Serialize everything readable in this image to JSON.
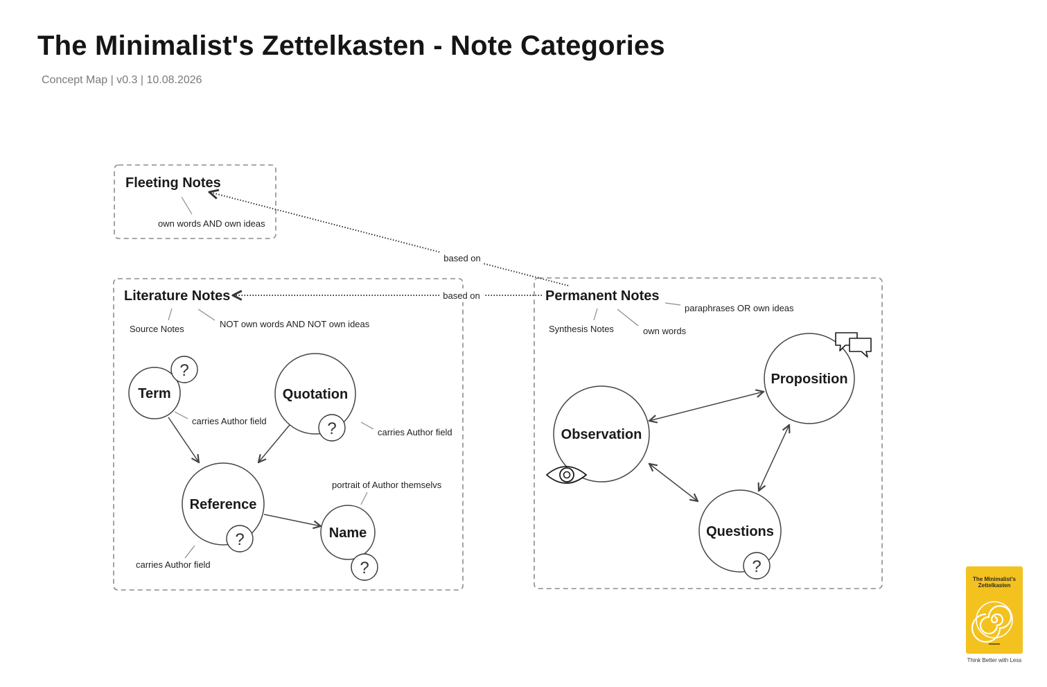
{
  "header": {
    "title": "The Minimalist's Zettelkasten - Note Categories",
    "subtitle": "Concept Map | v0.3 | 10.08.2026"
  },
  "groups": {
    "fleeting": {
      "title": "Fleeting Notes",
      "notes": [
        "own words AND own ideas"
      ]
    },
    "literature": {
      "title": "Literature Notes",
      "notes": [
        "Source Notes",
        "NOT own words AND NOT own ideas"
      ]
    },
    "permanent": {
      "title": "Permanent Notes",
      "notes": [
        "paraphrases OR own ideas",
        "Synthesis Notes",
        "own words"
      ]
    }
  },
  "nodes": {
    "term": {
      "label": "Term",
      "icon": "question-icon",
      "note": "carries Author field"
    },
    "quotation": {
      "label": "Quotation",
      "icon": "question-icon",
      "note": "carries Author field"
    },
    "reference": {
      "label": "Reference",
      "icon": "question-icon",
      "note": "carries Author field"
    },
    "name": {
      "label": "Name",
      "icon": "question-icon",
      "note": "portrait of Author themselvs"
    },
    "observation": {
      "label": "Observation",
      "icon": "eye-icon"
    },
    "proposition": {
      "label": "Proposition",
      "icon": "speech-bubbles-icon"
    },
    "questions": {
      "label": "Questions",
      "icon": "question-icon"
    }
  },
  "edges": [
    {
      "from": "Permanent Notes",
      "to": "Fleeting Notes",
      "label": "based on",
      "style": "dotted"
    },
    {
      "from": "Permanent Notes",
      "to": "Literature Notes",
      "label": "based on",
      "style": "dotted"
    },
    {
      "from": "Term",
      "to": "Reference",
      "label": "",
      "style": "solid"
    },
    {
      "from": "Quotation",
      "to": "Reference",
      "label": "",
      "style": "solid"
    },
    {
      "from": "Reference",
      "to": "Name",
      "label": "",
      "style": "solid"
    },
    {
      "from": "Observation",
      "to": "Proposition",
      "label": "",
      "style": "solid-bidirectional"
    },
    {
      "from": "Observation",
      "to": "Questions",
      "label": "",
      "style": "solid-bidirectional"
    },
    {
      "from": "Proposition",
      "to": "Questions",
      "label": "",
      "style": "solid-bidirectional"
    }
  ],
  "logo": {
    "title": "The Minimalist's Zettelkasten",
    "caption": "Think Better with Less",
    "color": "#f4c21f"
  }
}
